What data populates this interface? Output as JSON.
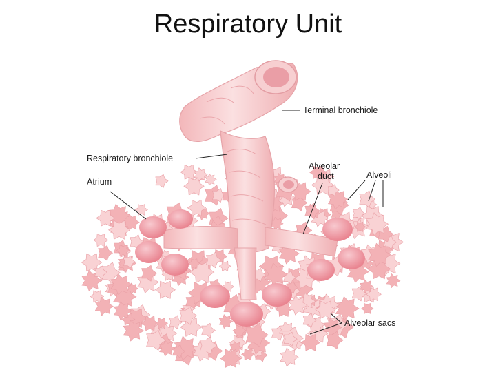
{
  "slide": {
    "title": "Respiratory Unit"
  },
  "labels": {
    "terminal_bronchiole": "Terminal bronchiole",
    "respiratory_bronchiole": "Respiratory bronchiole",
    "atrium": "Atrium",
    "alveolar_duct_line1": "Alveolar",
    "alveolar_duct_line2": "duct",
    "alveoli": "Alveoli",
    "alveolar_sacs": "Alveolar sacs"
  },
  "colors": {
    "tissue_light": "#f9d2d4",
    "tissue_mid": "#f3b2b6",
    "tissue_outline": "#e9a0a6",
    "sac_dark": "#ec8f9c",
    "sac_highlight": "#f6bcc4",
    "bronchiole": "#f6c4c6",
    "lumen": "#f2b9bc"
  }
}
